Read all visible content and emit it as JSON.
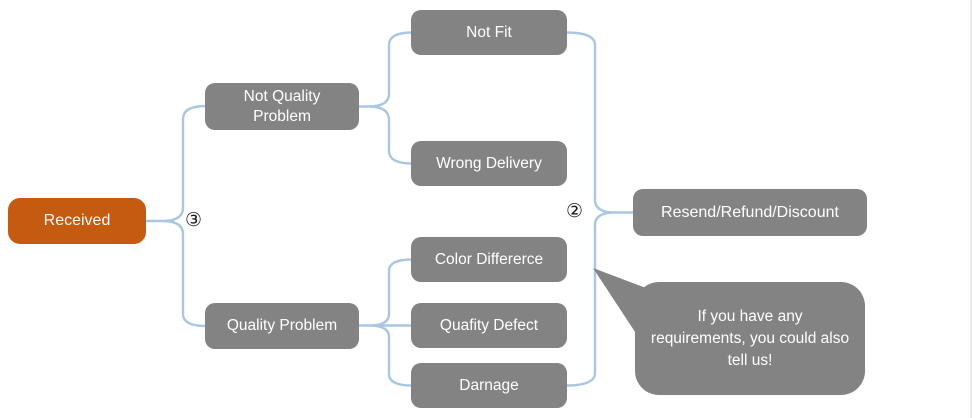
{
  "diagram": {
    "nodes": {
      "received": "Received",
      "not_quality_problem": "Not Quality Problem",
      "quality_problem": "Quality Problem",
      "not_fit": "Not Fit",
      "wrong_delivery": "Wrong Delivery",
      "color_difference": "Color Differerce",
      "quality_defect": "Quafity Defect",
      "damage": "Darnage",
      "resolution": "Resend/Refund/Discount"
    },
    "markers": {
      "left_branch": "③",
      "right_branch": "②"
    },
    "callout": {
      "text": "If you have any requirements, you could also tell us!"
    },
    "colors": {
      "root_node": "#C55A11",
      "node": "#838383",
      "connector": "#A9C6E4",
      "node_text": "#FFFFFF",
      "marker_text": "#1A1A1A"
    }
  }
}
